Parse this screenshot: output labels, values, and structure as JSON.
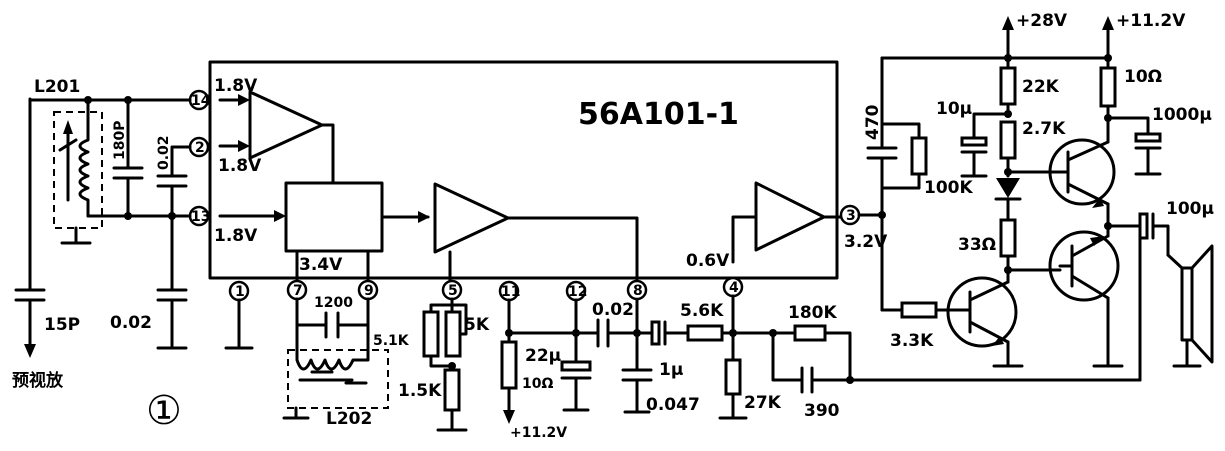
{
  "figure_number": "①",
  "ic": {
    "part_number": "56A101-1"
  },
  "pins": [
    "14",
    "2",
    "13",
    "1",
    "7",
    "9",
    "5",
    "11",
    "12",
    "8",
    "4",
    "3"
  ],
  "voltages": {
    "pin14": "1.8V",
    "pin2": "1.8V",
    "pin13": "1.8V",
    "pin79": "3.4V",
    "pin4": "0.6V",
    "pin3": "3.2V",
    "supply_28": "+28V",
    "supply_112": "+11.2V",
    "supply_112_bottom": "+11.2V"
  },
  "components": {
    "L201": "L201",
    "L202": "L202",
    "C180P": "180P",
    "C002a": "0.02",
    "C002b": "0.02",
    "C15P": "15P",
    "C1200": "1200",
    "R51K": "5.1K",
    "R15K": "1.5K",
    "R5K": "5K",
    "R10": "10Ω",
    "C22u": "22μ",
    "C002c": "0.02",
    "C0047": "0.047",
    "C1u": "1μ",
    "R56K": "5.6K",
    "R27K": "27K",
    "R180K": "180K",
    "C390": "390",
    "C470": "470",
    "R100K": "100K",
    "R33K": "3.3K",
    "R22K": "22K",
    "C10u": "10μ",
    "R27Kb": "2.7K",
    "R33": "33Ω",
    "R10ohm": "10Ω",
    "C1000u": "1000μ",
    "C100u": "100μ"
  },
  "input_label": "预视放"
}
